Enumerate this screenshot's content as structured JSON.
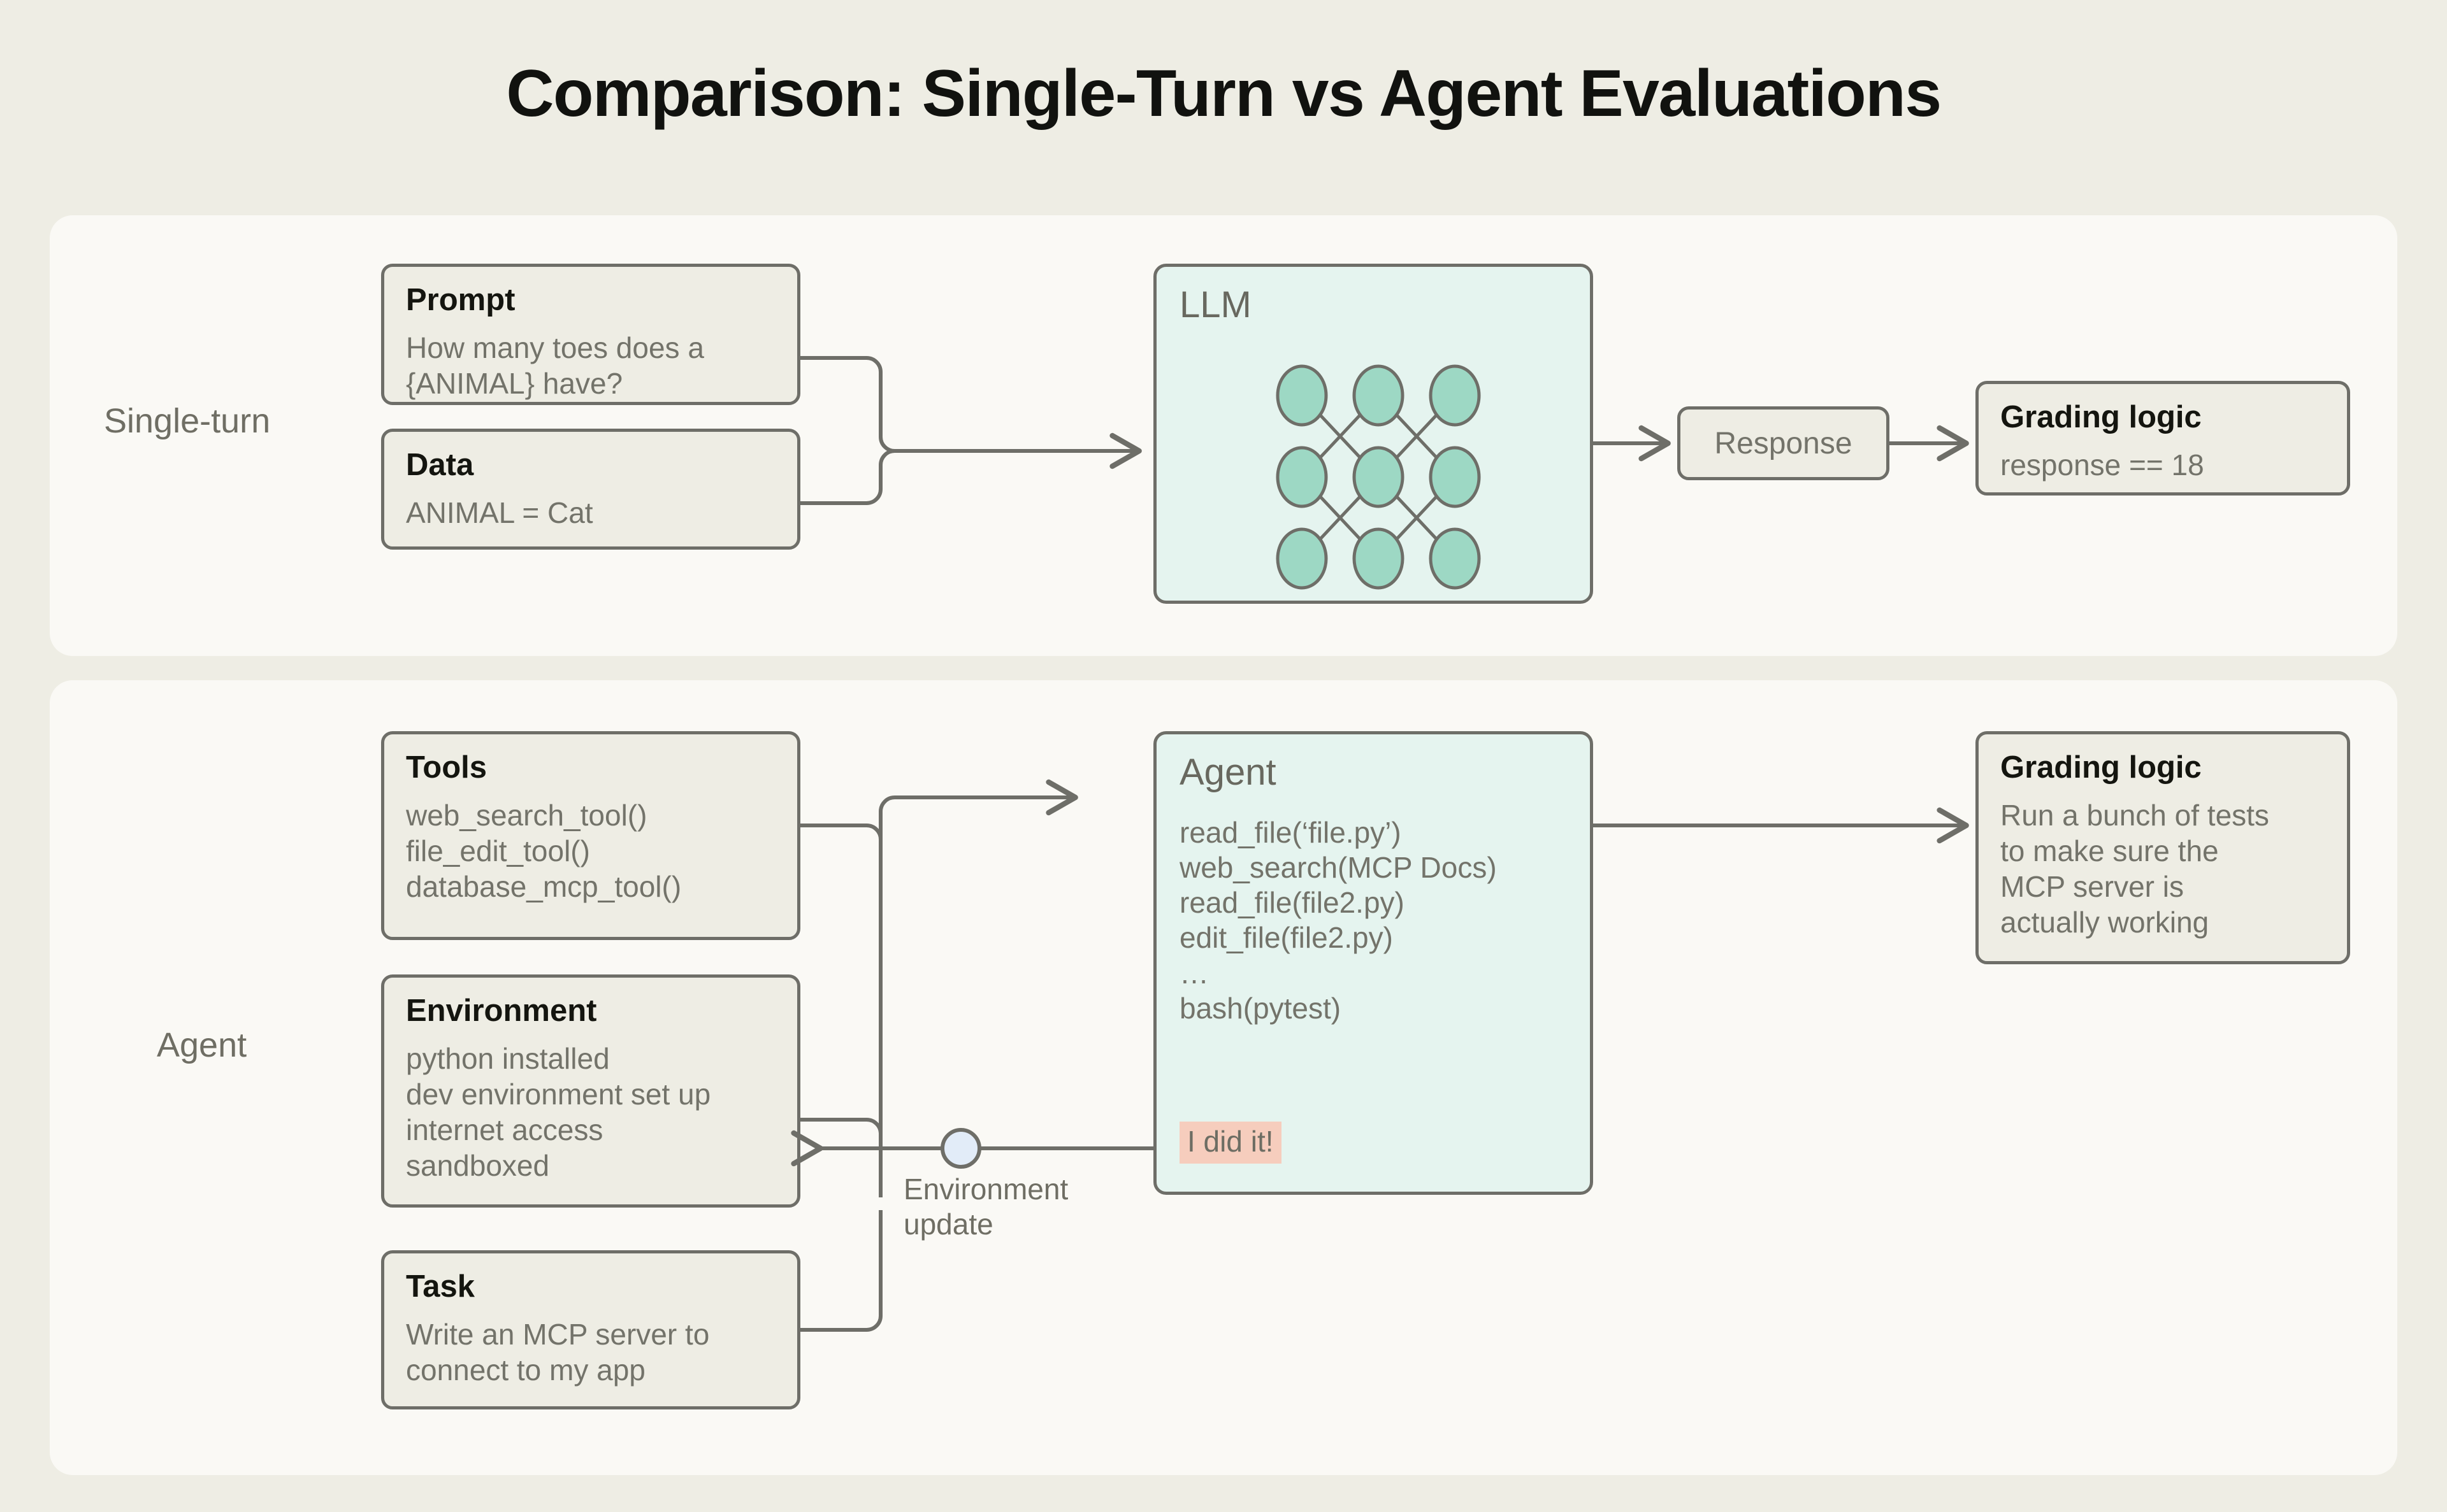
{
  "title": "Comparison: Single-Turn vs Agent Evaluations",
  "colors": {
    "page_background": "#eeede4",
    "panel_background": "#faf9f5",
    "card_background": "#eeede4",
    "card_border": "#6e6e68",
    "teal_fill": "#e5f4ef",
    "node_fill": "#9dd8c4",
    "success_highlight": "#f6cdbd",
    "env_node_fill": "#e2ecf8",
    "body_text": "#73736a",
    "heading_text": "#14150f"
  },
  "rows": {
    "single_turn": {
      "label": "Single-turn",
      "cards": [
        {
          "title": "Prompt",
          "body": "How many toes does a\n{ANIMAL} have?"
        },
        {
          "title": "Data",
          "body": "ANIMAL = Cat"
        }
      ],
      "model": {
        "title": "LLM",
        "icon": "neural-network-icon",
        "layers": 3,
        "nodes_per_layer": 3
      },
      "response": {
        "label": "Response"
      },
      "grading": {
        "title": "Grading logic",
        "body": "response == 18"
      }
    },
    "agent": {
      "label": "Agent",
      "cards": [
        {
          "title": "Tools",
          "body": "web_search_tool()\nfile_edit_tool()\ndatabase_mcp_tool()"
        },
        {
          "title": "Environment",
          "body": "python installed\ndev environment set up\ninternet access\nsandboxed"
        },
        {
          "title": "Task",
          "body": "Write an MCP server to\nconnect to my app"
        }
      ],
      "model": {
        "title": "Agent",
        "trace": "read_file(‘file.py’)\nweb_search(MCP Docs)\nread_file(file2.py)\nedit_file(file2.py)\n…\nbash(pytest)",
        "success_message": "I did it!"
      },
      "feedback": {
        "label": "Environment\nupdate",
        "node": "environment-update-node"
      },
      "grading": {
        "title": "Grading logic",
        "body": "Run a bunch of tests\nto make sure the\nMCP server is\nactually working"
      }
    }
  }
}
